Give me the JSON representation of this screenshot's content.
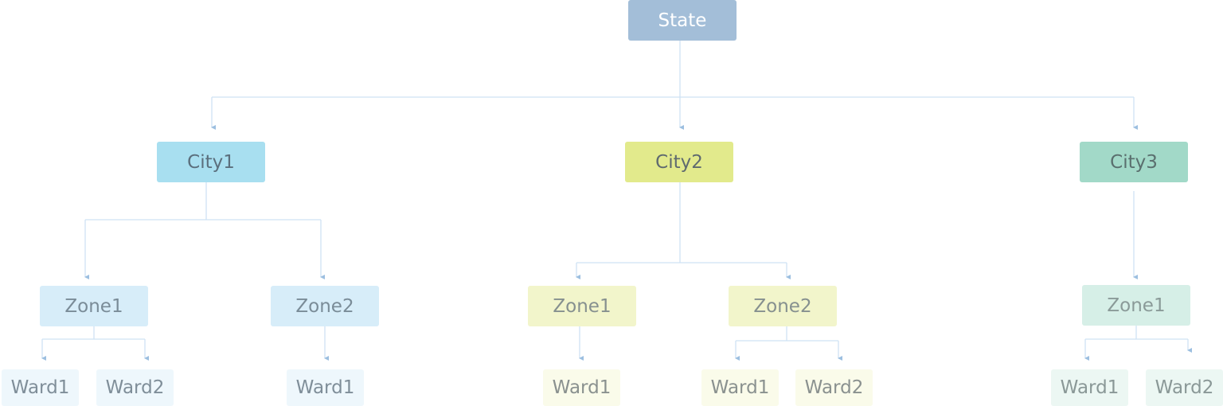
{
  "diagram": {
    "root": "State",
    "cities": [
      {
        "label": "City1",
        "zones": [
          {
            "label": "Zone1",
            "wards": [
              "Ward1",
              "Ward2"
            ]
          },
          {
            "label": "Zone2",
            "wards": [
              "Ward1"
            ]
          }
        ]
      },
      {
        "label": "City2",
        "zones": [
          {
            "label": "Zone1",
            "wards": [
              "Ward1"
            ]
          },
          {
            "label": "Zone2",
            "wards": [
              "Ward1",
              "Ward2"
            ]
          }
        ]
      },
      {
        "label": "City3",
        "zones": [
          {
            "label": "Zone1",
            "wards": [
              "Ward1",
              "Ward2"
            ]
          }
        ]
      }
    ]
  },
  "colors": {
    "state": "#a3bed8",
    "city1": "#a8dff0",
    "city2": "#e2ea8c",
    "city3": "#a2d9c8",
    "connector": "#b9d4ec"
  }
}
